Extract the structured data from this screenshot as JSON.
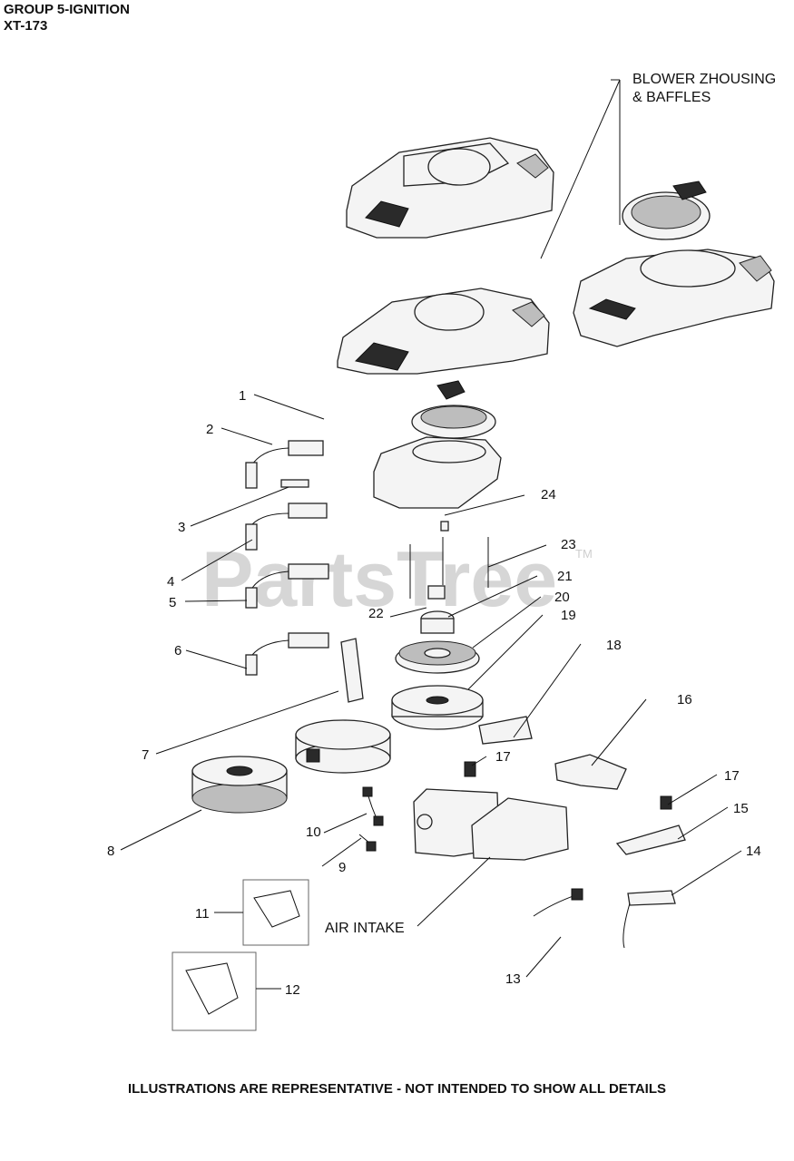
{
  "header": {
    "group": "GROUP 5-IGNITION",
    "model": "XT-173"
  },
  "footer": "ILLUSTRATIONS ARE REPRESENTATIVE - NOT INTENDED TO SHOW ALL DETAILS",
  "watermark": {
    "text": "PartsTree",
    "tm": "TM"
  },
  "callouts": {
    "blower_housing_line1": "BLOWER ZHOUSING",
    "blower_housing_line2": "& BAFFLES",
    "air_intake": "AIR INTAKE",
    "p1": "1",
    "p2": "2",
    "p3": "3",
    "p4": "4",
    "p5": "5",
    "p6": "6",
    "p7": "7",
    "p8": "8",
    "p9": "9",
    "p10": "10",
    "p11": "11",
    "p12": "12",
    "p13": "13",
    "p14": "14",
    "p15": "15",
    "p16": "16",
    "p17a": "17",
    "p17b": "17",
    "p18": "18",
    "p19": "19",
    "p20": "20",
    "p21": "21",
    "p22": "22",
    "p23": "23",
    "p24": "24"
  },
  "colors": {
    "line": "#111111",
    "part_fill": "#f4f4f4",
    "watermark": "#d6d6d6"
  }
}
